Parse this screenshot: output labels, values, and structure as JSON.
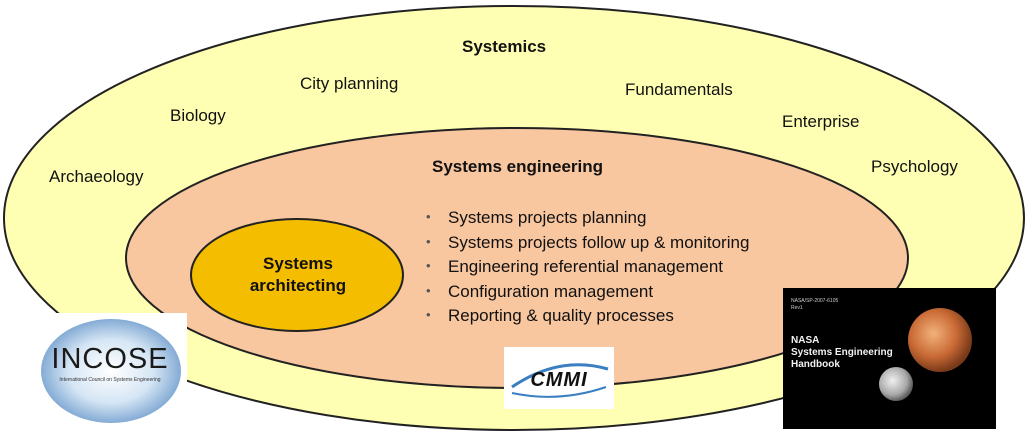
{
  "outer": {
    "title": "Systemics",
    "labels": {
      "city_planning": "City planning",
      "fundamentals": "Fundamentals",
      "biology": "Biology",
      "enterprise": "Enterprise",
      "archaeology": "Archaeology",
      "psychology": "Psychology"
    }
  },
  "middle": {
    "title": "Systems engineering",
    "bullets": [
      "Systems projects planning",
      "Systems projects follow  up & monitoring",
      "Engineering referential management",
      "Configuration management",
      "Reporting & quality processes"
    ]
  },
  "inner": {
    "line1": "Systems",
    "line2": "architecting"
  },
  "logos": {
    "incose": {
      "name": "INCOSE",
      "tagline": "International Council on Systems Engineering"
    },
    "cmmi": {
      "name": "CMMI"
    },
    "nasa_handbook": {
      "small_lines": [
        "NASA/SP-2007-6105",
        "Rev1"
      ],
      "title_lines": [
        "NASA",
        "Systems Engineering",
        "Handbook"
      ]
    }
  },
  "colors": {
    "outer_fill": "#ffffb3",
    "middle_fill": "#f8c69f",
    "inner_fill": "#f5bd00",
    "stroke": "#222222"
  }
}
